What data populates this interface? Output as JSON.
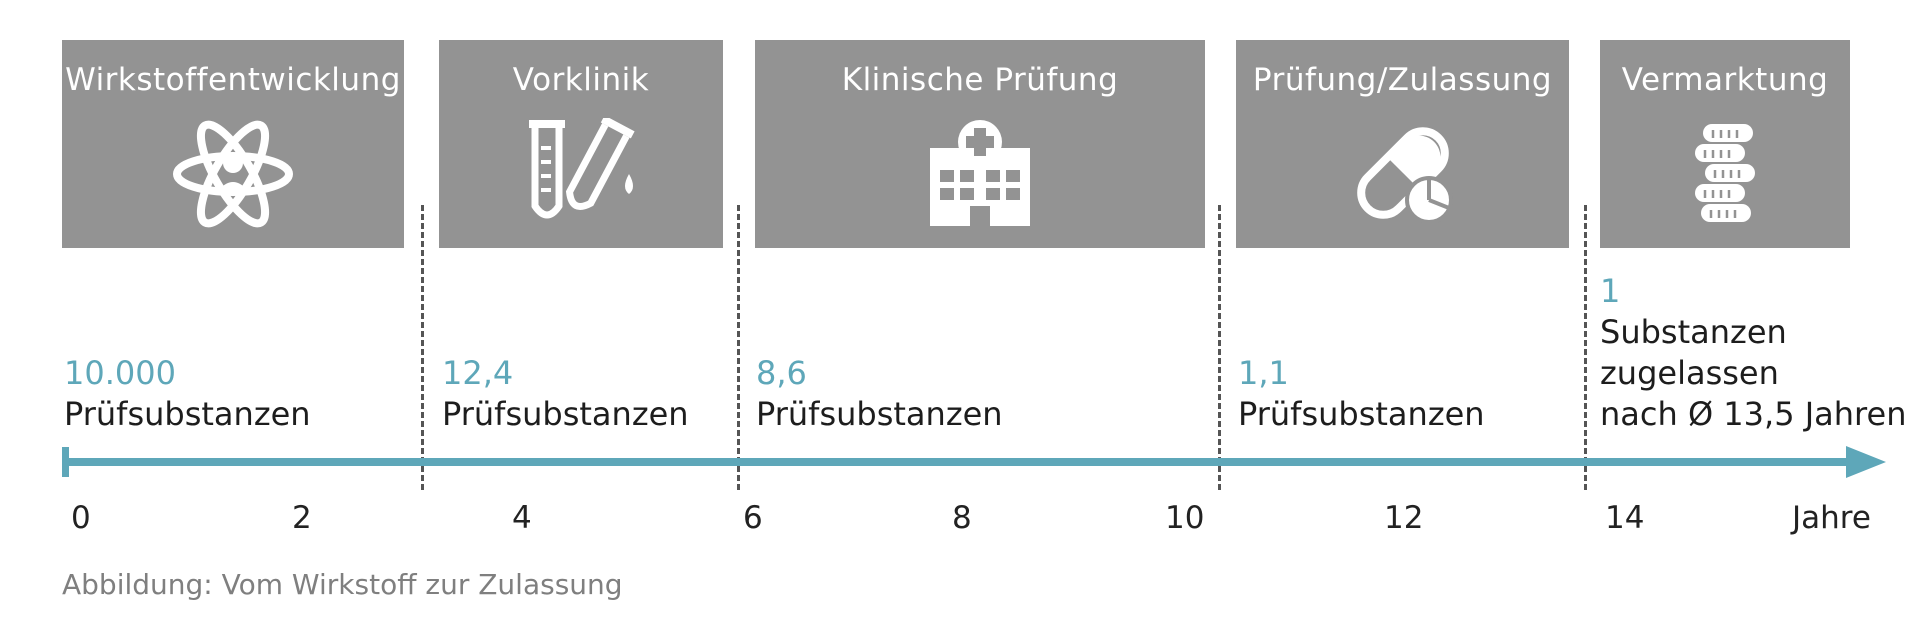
{
  "phases": [
    {
      "title": "Wirkstoffentwicklung",
      "icon": "atom-icon"
    },
    {
      "title": "Vorklinik",
      "icon": "test-tubes-icon"
    },
    {
      "title": "Klinische Prüfung",
      "icon": "hospital-icon"
    },
    {
      "title": "Prüfung/Zulassung",
      "icon": "pill-capsule-icon"
    },
    {
      "title": "Vermarktung",
      "icon": "coin-stack-icon"
    }
  ],
  "stats": [
    {
      "number": "10.000",
      "label": "Prüfsubstanzen"
    },
    {
      "number": "12,4",
      "label": "Prüfsubstanzen"
    },
    {
      "number": "8,6",
      "label": "Prüfsubstanzen"
    },
    {
      "number": "1,1",
      "label": "Prüfsubstanzen"
    },
    {
      "number": "1",
      "label_lines": [
        "Substanzen",
        "zugelassen",
        "nach Ø 13,5 Jahren"
      ]
    }
  ],
  "axis": {
    "ticks": [
      "0",
      "2",
      "4",
      "6",
      "8",
      "10",
      "12",
      "14"
    ],
    "unit": "Jahre"
  },
  "caption": "Abbildung: Vom Wirkstoff zur Zulassung",
  "colors": {
    "box": "#939393",
    "accent": "#5ea7b9",
    "divider": "#555555",
    "text": "#1d1d1d",
    "caption": "#7f7f7f"
  }
}
